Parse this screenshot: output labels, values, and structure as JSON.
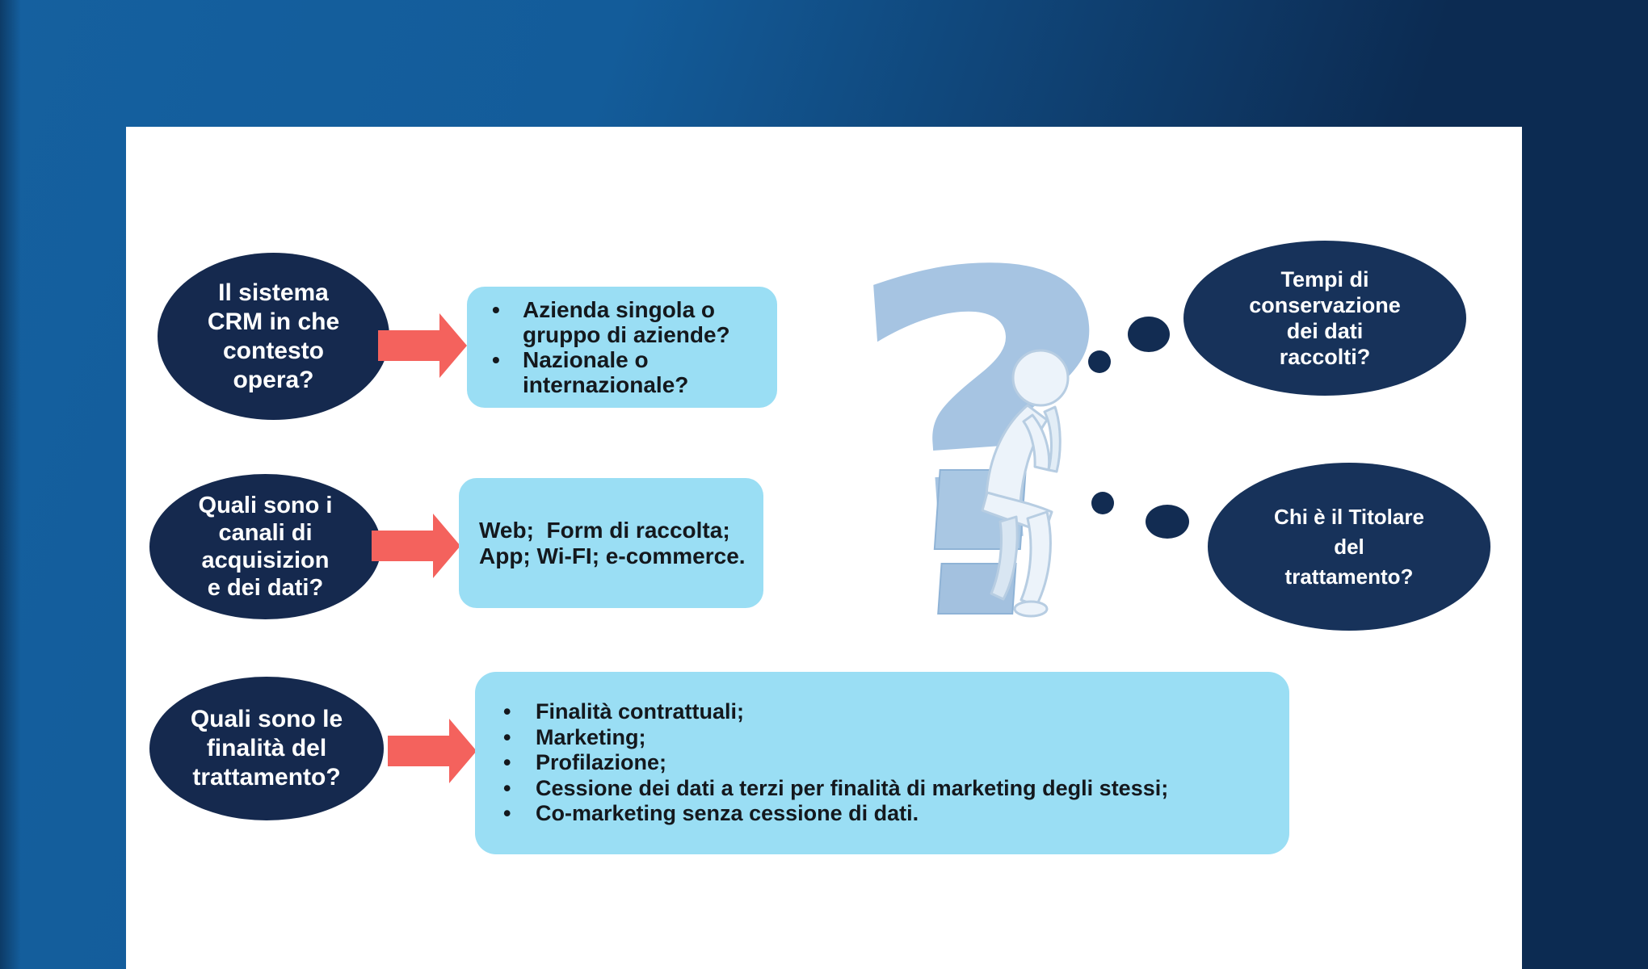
{
  "bullet_char": "•",
  "left_questions": [
    {
      "lines": [
        "Il sistema",
        "CRM in che",
        "contesto",
        "opera?"
      ]
    },
    {
      "lines": [
        "Quali sono i",
        "canali di",
        "acquisizion",
        "e dei dati?"
      ]
    },
    {
      "lines": [
        "Quali sono le",
        "finalità del",
        "trattamento?"
      ]
    }
  ],
  "right_questions": [
    {
      "lines": [
        "Tempi di",
        "conservazione",
        "dei dati",
        "raccolti?"
      ]
    },
    {
      "lines": [
        "Chi è il Titolare",
        "del",
        "trattamento?"
      ]
    }
  ],
  "answers": [
    {
      "bullets": [
        "Azienda singola o gruppo di aziende?",
        "Nazionale o internazionale?"
      ]
    },
    {
      "text": "Web;  Form di raccolta; App; Wi-FI; e-commerce."
    },
    {
      "bullets": [
        "Finalità contrattuali;",
        "Marketing;",
        "Profilazione;",
        "Cessione dei dati a terzi per finalità di marketing degli stessi;",
        "Co-marketing senza cessione di dati."
      ]
    }
  ],
  "colors": {
    "background_left_blue": "#15609f",
    "background_right_navy": "#0c2b52",
    "slide_background": "#ffffff",
    "question_ellipse_navy": "#15294e",
    "thought_ellipse_navy": "#17325a",
    "thought_dot_navy": "#122c52",
    "arrow_red": "#f4625d",
    "answer_box_blue": "#9adef4",
    "answer_text_dark": "#14181d",
    "ellipse_text_white": "#ffffff",
    "question_mark_figure_blue": "#a6c4e2"
  }
}
